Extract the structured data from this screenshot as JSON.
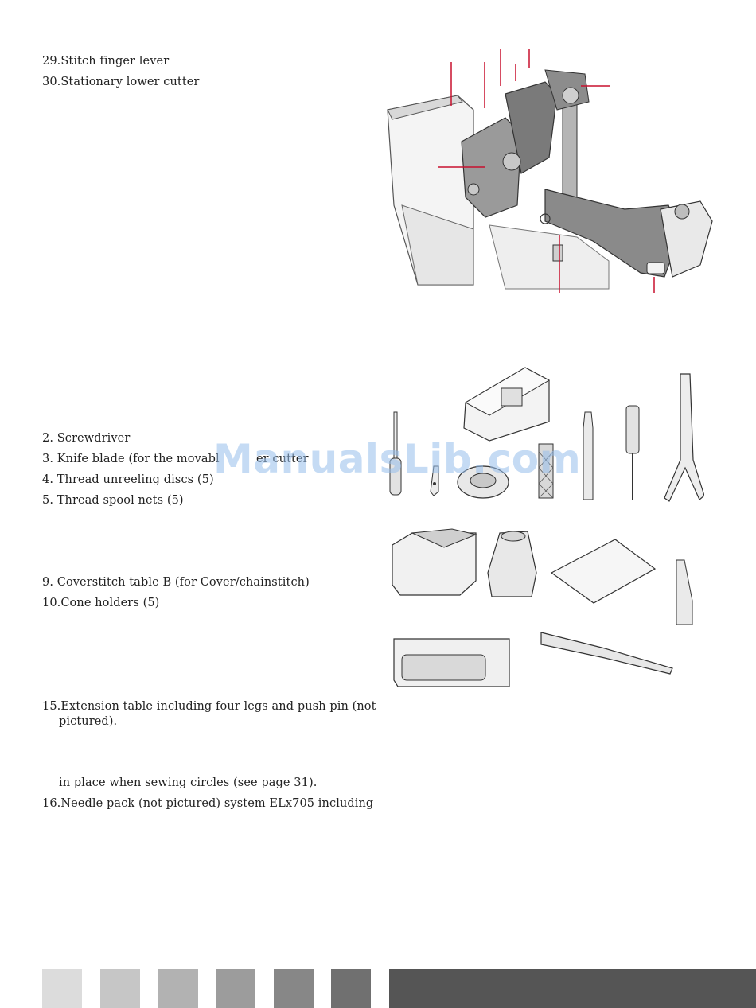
{
  "lines": [
    "29.Stitch finger lever",
    "30.Stationary lower cutter",
    "2.  Screwdriver",
    "3.  Knife blade (for the movabl",
    "er cutter",
    "4.  Thread unreeling discs (5)",
    "5.  Thread spool nets (5)",
    "9.  Coverstitch table B (for Cover/chainstitch)",
    "10.Cone holders (5)",
    "15.Extension table including four legs and push pin (not",
    "pictured).",
    "in place when sewing circles (see page 31).",
    "16.Needle pack (not pictured) system ELx705 including"
  ],
  "watermark": "ManualsLib.com",
  "colors": {
    "callout": "#c8102e",
    "footer": [
      "#dcdcdc",
      "#c6c6c6",
      "#b2b2b2",
      "#9c9c9c",
      "#878787",
      "#707070",
      "#555555"
    ]
  }
}
